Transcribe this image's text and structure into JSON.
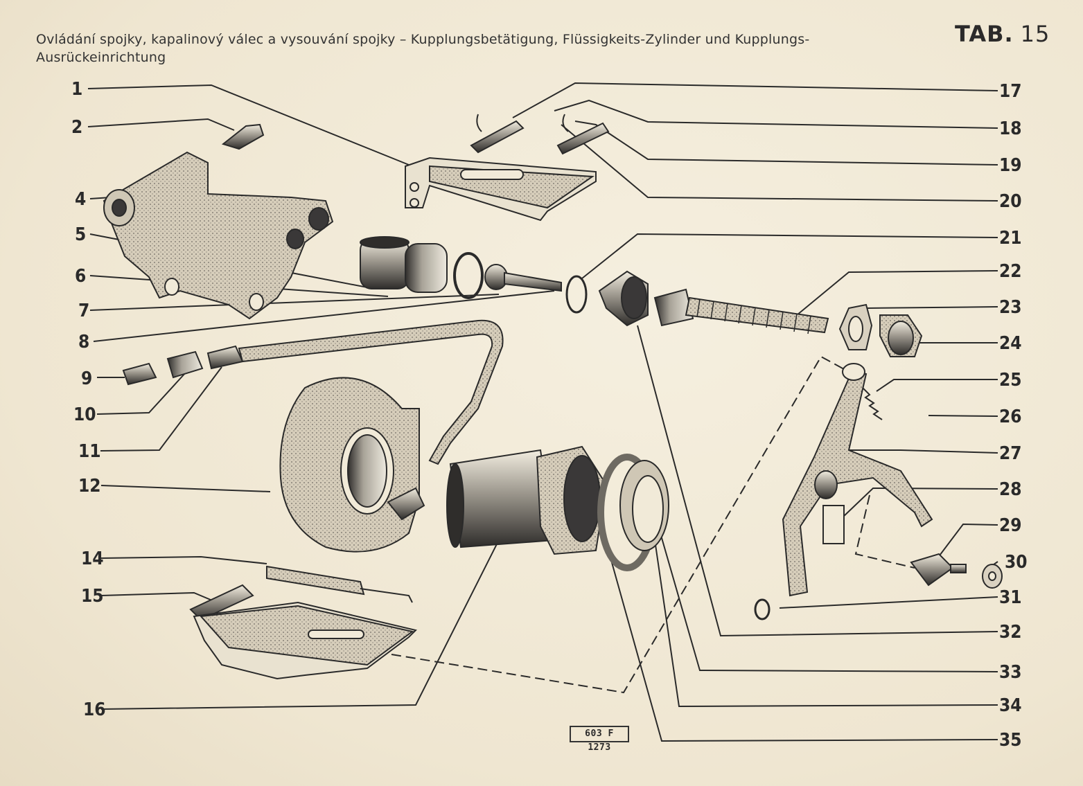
{
  "page": {
    "title": "Ovládání spojky, kapalinový válec a vysouvání spojky – Kupplungsbetätigung, Flüssigkeits-Zylinder und Kupplungs-Ausrückeinrichtung",
    "tab_label": "TAB.",
    "tab_number": "15",
    "drawing_number": "603 F 1273"
  },
  "callouts": [
    {
      "id": "1",
      "label": "1"
    },
    {
      "id": "2",
      "label": "2"
    },
    {
      "id": "4",
      "label": "4"
    },
    {
      "id": "5",
      "label": "5"
    },
    {
      "id": "6",
      "label": "6"
    },
    {
      "id": "7",
      "label": "7"
    },
    {
      "id": "8",
      "label": "8"
    },
    {
      "id": "9",
      "label": "9"
    },
    {
      "id": "10",
      "label": "10"
    },
    {
      "id": "11",
      "label": "11"
    },
    {
      "id": "12",
      "label": "12"
    },
    {
      "id": "14",
      "label": "14"
    },
    {
      "id": "15",
      "label": "15"
    },
    {
      "id": "16",
      "label": "16"
    },
    {
      "id": "17",
      "label": "17"
    },
    {
      "id": "18",
      "label": "18"
    },
    {
      "id": "19",
      "label": "19"
    },
    {
      "id": "20",
      "label": "20"
    },
    {
      "id": "21",
      "label": "21"
    },
    {
      "id": "22",
      "label": "22"
    },
    {
      "id": "23",
      "label": "23"
    },
    {
      "id": "24",
      "label": "24"
    },
    {
      "id": "25",
      "label": "25"
    },
    {
      "id": "26",
      "label": "26"
    },
    {
      "id": "27",
      "label": "27"
    },
    {
      "id": "28",
      "label": "28"
    },
    {
      "id": "29",
      "label": "29"
    },
    {
      "id": "30",
      "label": "30"
    },
    {
      "id": "31",
      "label": "31"
    },
    {
      "id": "32",
      "label": "32"
    },
    {
      "id": "33",
      "label": "33"
    },
    {
      "id": "34",
      "label": "34"
    },
    {
      "id": "35",
      "label": "35"
    }
  ],
  "colors": {
    "ink": "#2a2a2a",
    "paper": "#f1ead8",
    "part_fill": "#d9d1c0",
    "part_dark": "#3a3838"
  }
}
